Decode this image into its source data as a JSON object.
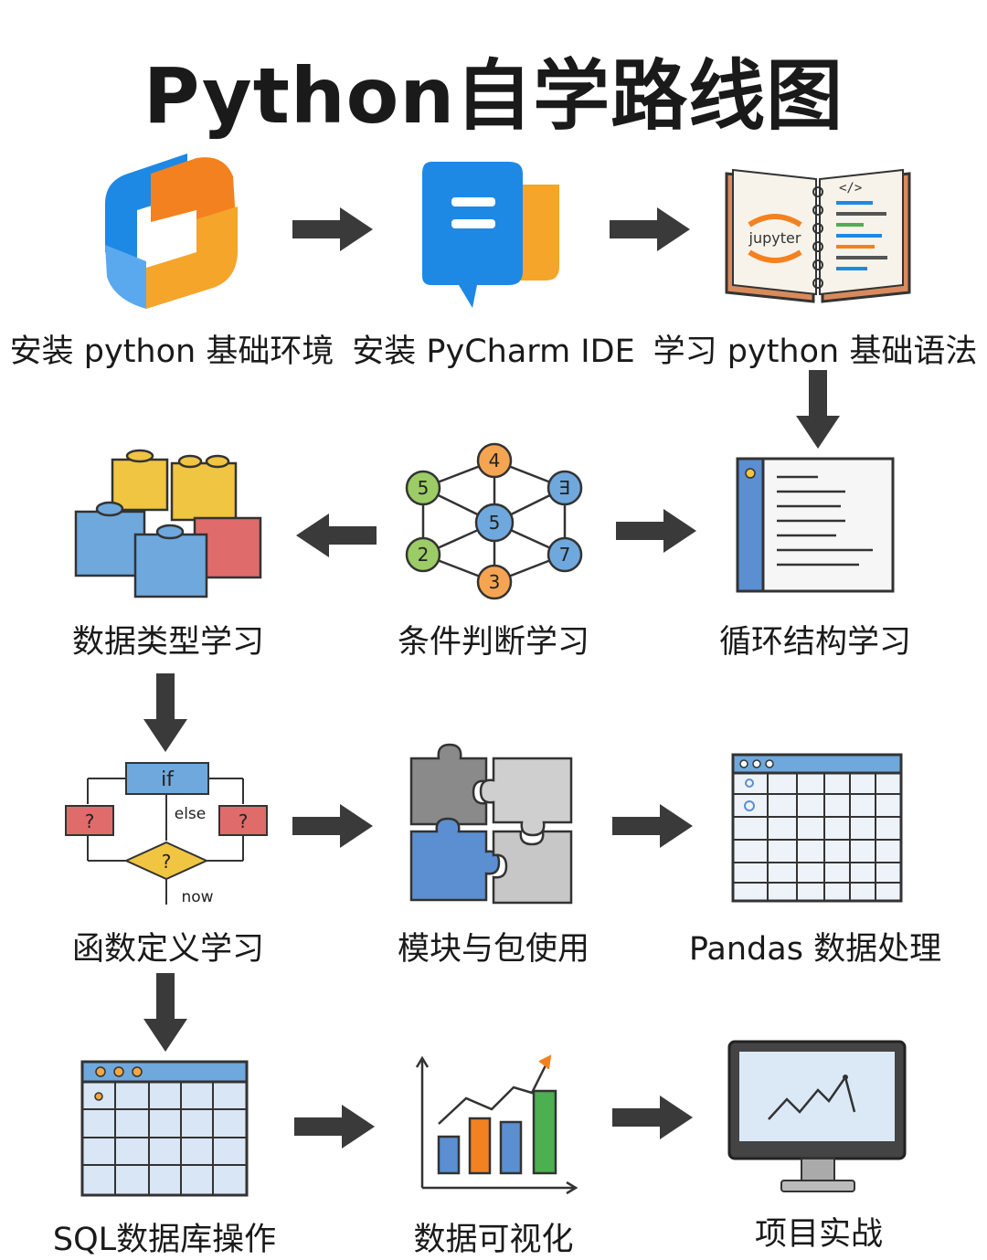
{
  "title": "Python自学路线图",
  "steps": [
    {
      "label": "安装 python 基础环境"
    },
    {
      "label": "安装 PyCharm IDE"
    },
    {
      "label": "学习 python 基础语法"
    },
    {
      "label": "数据类型学习"
    },
    {
      "label": "条件判断学习"
    },
    {
      "label": "循环结构学习"
    },
    {
      "label": "函数定义学习"
    },
    {
      "label": "模块与包使用"
    },
    {
      "label": "Pandas 数据处理"
    },
    {
      "label": "SQL数据库操作"
    },
    {
      "label": "数据可视化"
    },
    {
      "label": "项目实战"
    }
  ],
  "icon_text": {
    "jupyter": "jupyter",
    "code_tag": "</>",
    "graph_nodes": [
      "4",
      "5",
      "Ǝ",
      "5",
      "2",
      "7",
      "3"
    ],
    "flow_if": "if",
    "flow_else": "else",
    "flow_q": "?",
    "flow_now": "now"
  },
  "colors": {
    "blue": "#1e88e5",
    "orange": "#f4811f",
    "arrow": "#3a3a3a",
    "green": "#4caf50",
    "red": "#e06b6b",
    "yellow": "#f0c541"
  }
}
